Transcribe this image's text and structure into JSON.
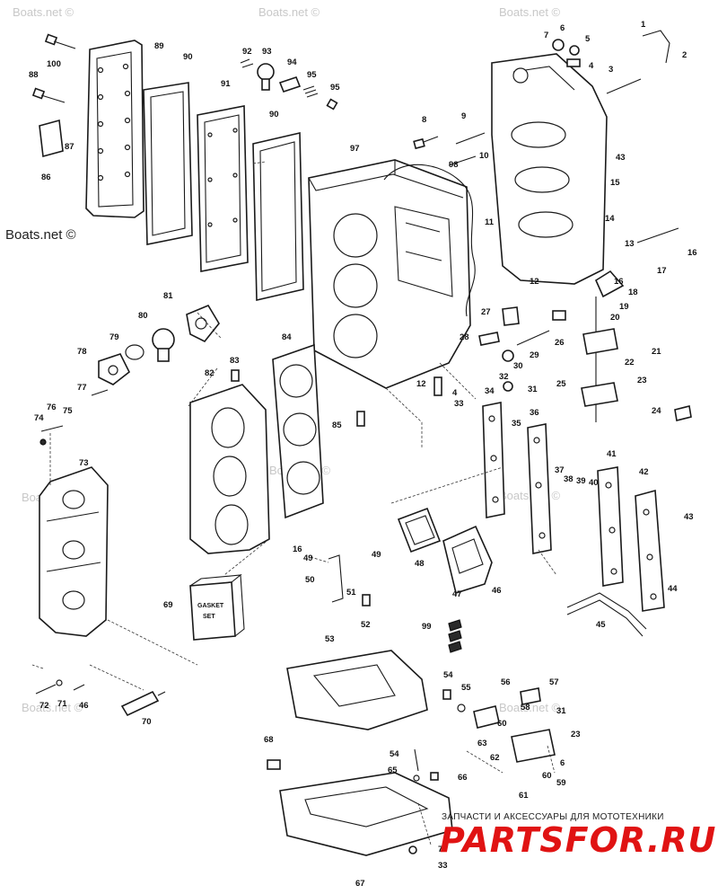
{
  "watermarks": {
    "corner_label": "Boats.net ©",
    "repeat_label": "Boats.net ©"
  },
  "brand": {
    "tagline": "ЗАПЧАСТИ И АКСЕССУАРЫ ДЛЯ МОТОТЕХНИКИ",
    "logo_text": "PARTSFOR.RU",
    "logo_color": "#e01313"
  },
  "gasket_set_box": {
    "line1": "GASKET",
    "line2": "SET"
  },
  "callouts": {
    "c100": "100",
    "c89": "89",
    "c90a": "90",
    "c88": "88",
    "c87": "87",
    "c86": "86",
    "c91": "91",
    "c90b": "90",
    "c92": "92",
    "c93": "93",
    "c94": "94",
    "c95a": "95",
    "c95b": "95",
    "c97": "97",
    "c8": "8",
    "c9": "9",
    "c10": "10",
    "c98": "98",
    "c11": "11",
    "c1": "1",
    "c2": "2",
    "c3": "3",
    "c4": "4",
    "c5": "5",
    "c6": "6",
    "c7": "7",
    "c43": "43",
    "c15": "15",
    "c14": "14",
    "c13": "13",
    "c16a": "16",
    "c16b": "16",
    "c17": "17",
    "c18": "18",
    "c12a": "12",
    "c19": "19",
    "c20": "20",
    "c21": "21",
    "c22": "22",
    "c23a": "23",
    "c24": "24",
    "c25": "25",
    "c26": "26",
    "c27": "27",
    "c28": "28",
    "c29": "29",
    "c30": "30",
    "c31": "31",
    "c32": "32",
    "c12b": "12",
    "c4b": "4",
    "c33a": "33",
    "c81": "81",
    "c80": "80",
    "c79": "79",
    "c78": "78",
    "c77": "77",
    "c84": "84",
    "c83": "83",
    "c82": "82",
    "c85": "85",
    "c76": "76",
    "c75": "75",
    "c74": "74",
    "c73": "73",
    "c34": "34",
    "c35": "35",
    "c36": "36",
    "c37": "37",
    "c38": "38",
    "c39": "39",
    "c40": "40",
    "c41": "41",
    "c42": "42",
    "c43b": "43",
    "c44": "44",
    "c45": "45",
    "c16c": "16",
    "c49a": "49",
    "c49b": "49",
    "c50": "50",
    "c51": "51",
    "c52": "52",
    "c48": "48",
    "c47": "47",
    "c46a": "46",
    "c69": "69",
    "c99": "99",
    "c53": "53",
    "c72": "72",
    "c71": "71",
    "c46b": "46",
    "c70": "70",
    "c54a": "54",
    "c55": "55",
    "c56": "56",
    "c57": "57",
    "c58": "58",
    "c60a": "60",
    "c31b": "31",
    "c23b": "23",
    "c63": "63",
    "c62": "62",
    "c6b": "6",
    "c59": "59",
    "c60b": "60",
    "c61": "61",
    "c68": "68",
    "c54b": "54",
    "c65": "65",
    "c66": "66",
    "c67": "67",
    "c7b": "7",
    "c33b": "33"
  }
}
